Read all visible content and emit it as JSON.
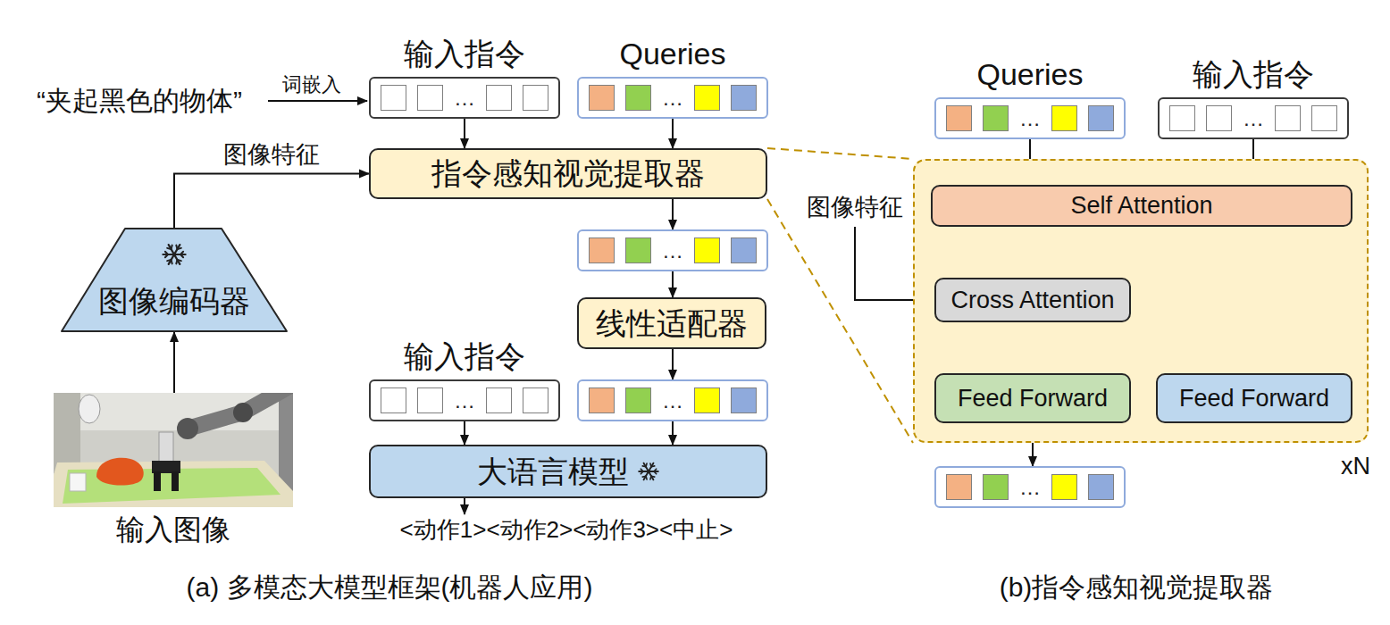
{
  "diagram": {
    "nodes": [
      {
        "text": [
          "输入指令",
          "…"
        ]
      },
      {
        "text": [
          "Queries",
          "…"
        ]
      },
      {
        "text": [
          "指令感知视觉提取器"
        ]
      },
      {
        "text": [
          "图像编码器"
        ]
      },
      {
        "text": [
          "…"
        ]
      },
      {
        "text": [
          "线性适配器"
        ]
      },
      {
        "text": [
          "输入指令",
          "…"
        ]
      },
      {
        "text": [
          "…"
        ]
      },
      {
        "text": [
          "大语言模型"
        ]
      },
      {
        "text": [
          "输入图像"
        ]
      },
      {
        "text": [
          "Queries",
          "…"
        ]
      },
      {
        "text": [
          "输入指令",
          "…"
        ]
      },
      {
        "text": [
          "xN"
        ]
      },
      {
        "text": [
          "Self Attention"
        ],
        "in": 12
      },
      {
        "text": [
          "Cross Attention"
        ],
        "in": 12
      },
      {
        "text": [
          "Feed Forward"
        ],
        "in": 12
      },
      {
        "text": [
          "Feed Forward"
        ],
        "in": 12
      },
      {
        "text": [
          "…"
        ]
      }
    ],
    "edges": [
      {
        "from": 0,
        "to": 2,
        "arrow": "to"
      },
      {
        "from": 1,
        "to": 2,
        "arrow": "to"
      },
      {
        "from": 3,
        "to": 2,
        "arrow": "to",
        "label": "图像特征"
      },
      {
        "from": 9,
        "to": 3,
        "arrow": "to"
      },
      {
        "from": 2,
        "to": 4,
        "arrow": "to"
      },
      {
        "from": 4,
        "to": 5,
        "arrow": "to"
      },
      {
        "from": 5,
        "to": 7,
        "arrow": "to"
      },
      {
        "from": 6,
        "to": 8,
        "arrow": "to"
      },
      {
        "from": 7,
        "to": 8,
        "arrow": "to"
      },
      {
        "from": 10,
        "to": 13,
        "arrow": "to"
      },
      {
        "from": 11,
        "to": 13,
        "arrow": "to"
      },
      {
        "from": 13,
        "to": 14,
        "arrow": "to"
      },
      {
        "from": 14,
        "to": 15,
        "arrow": "to"
      },
      {
        "from": 13,
        "to": 16,
        "arrow": "to"
      },
      {
        "from": 15,
        "to": 17,
        "arrow": "to"
      },
      {
        "from": 2,
        "to": 12,
        "arrow": "none"
      },
      {
        "from": 2,
        "to": 12,
        "arrow": "none"
      }
    ],
    "labels": [
      "“夹起黑色的物体”",
      "词嵌入",
      "<动作1><动作2><动作3><中止>",
      "图像特征",
      "(a) 多模态大模型框架(机器人应用)",
      "(b)指令感知视觉提取器"
    ]
  }
}
